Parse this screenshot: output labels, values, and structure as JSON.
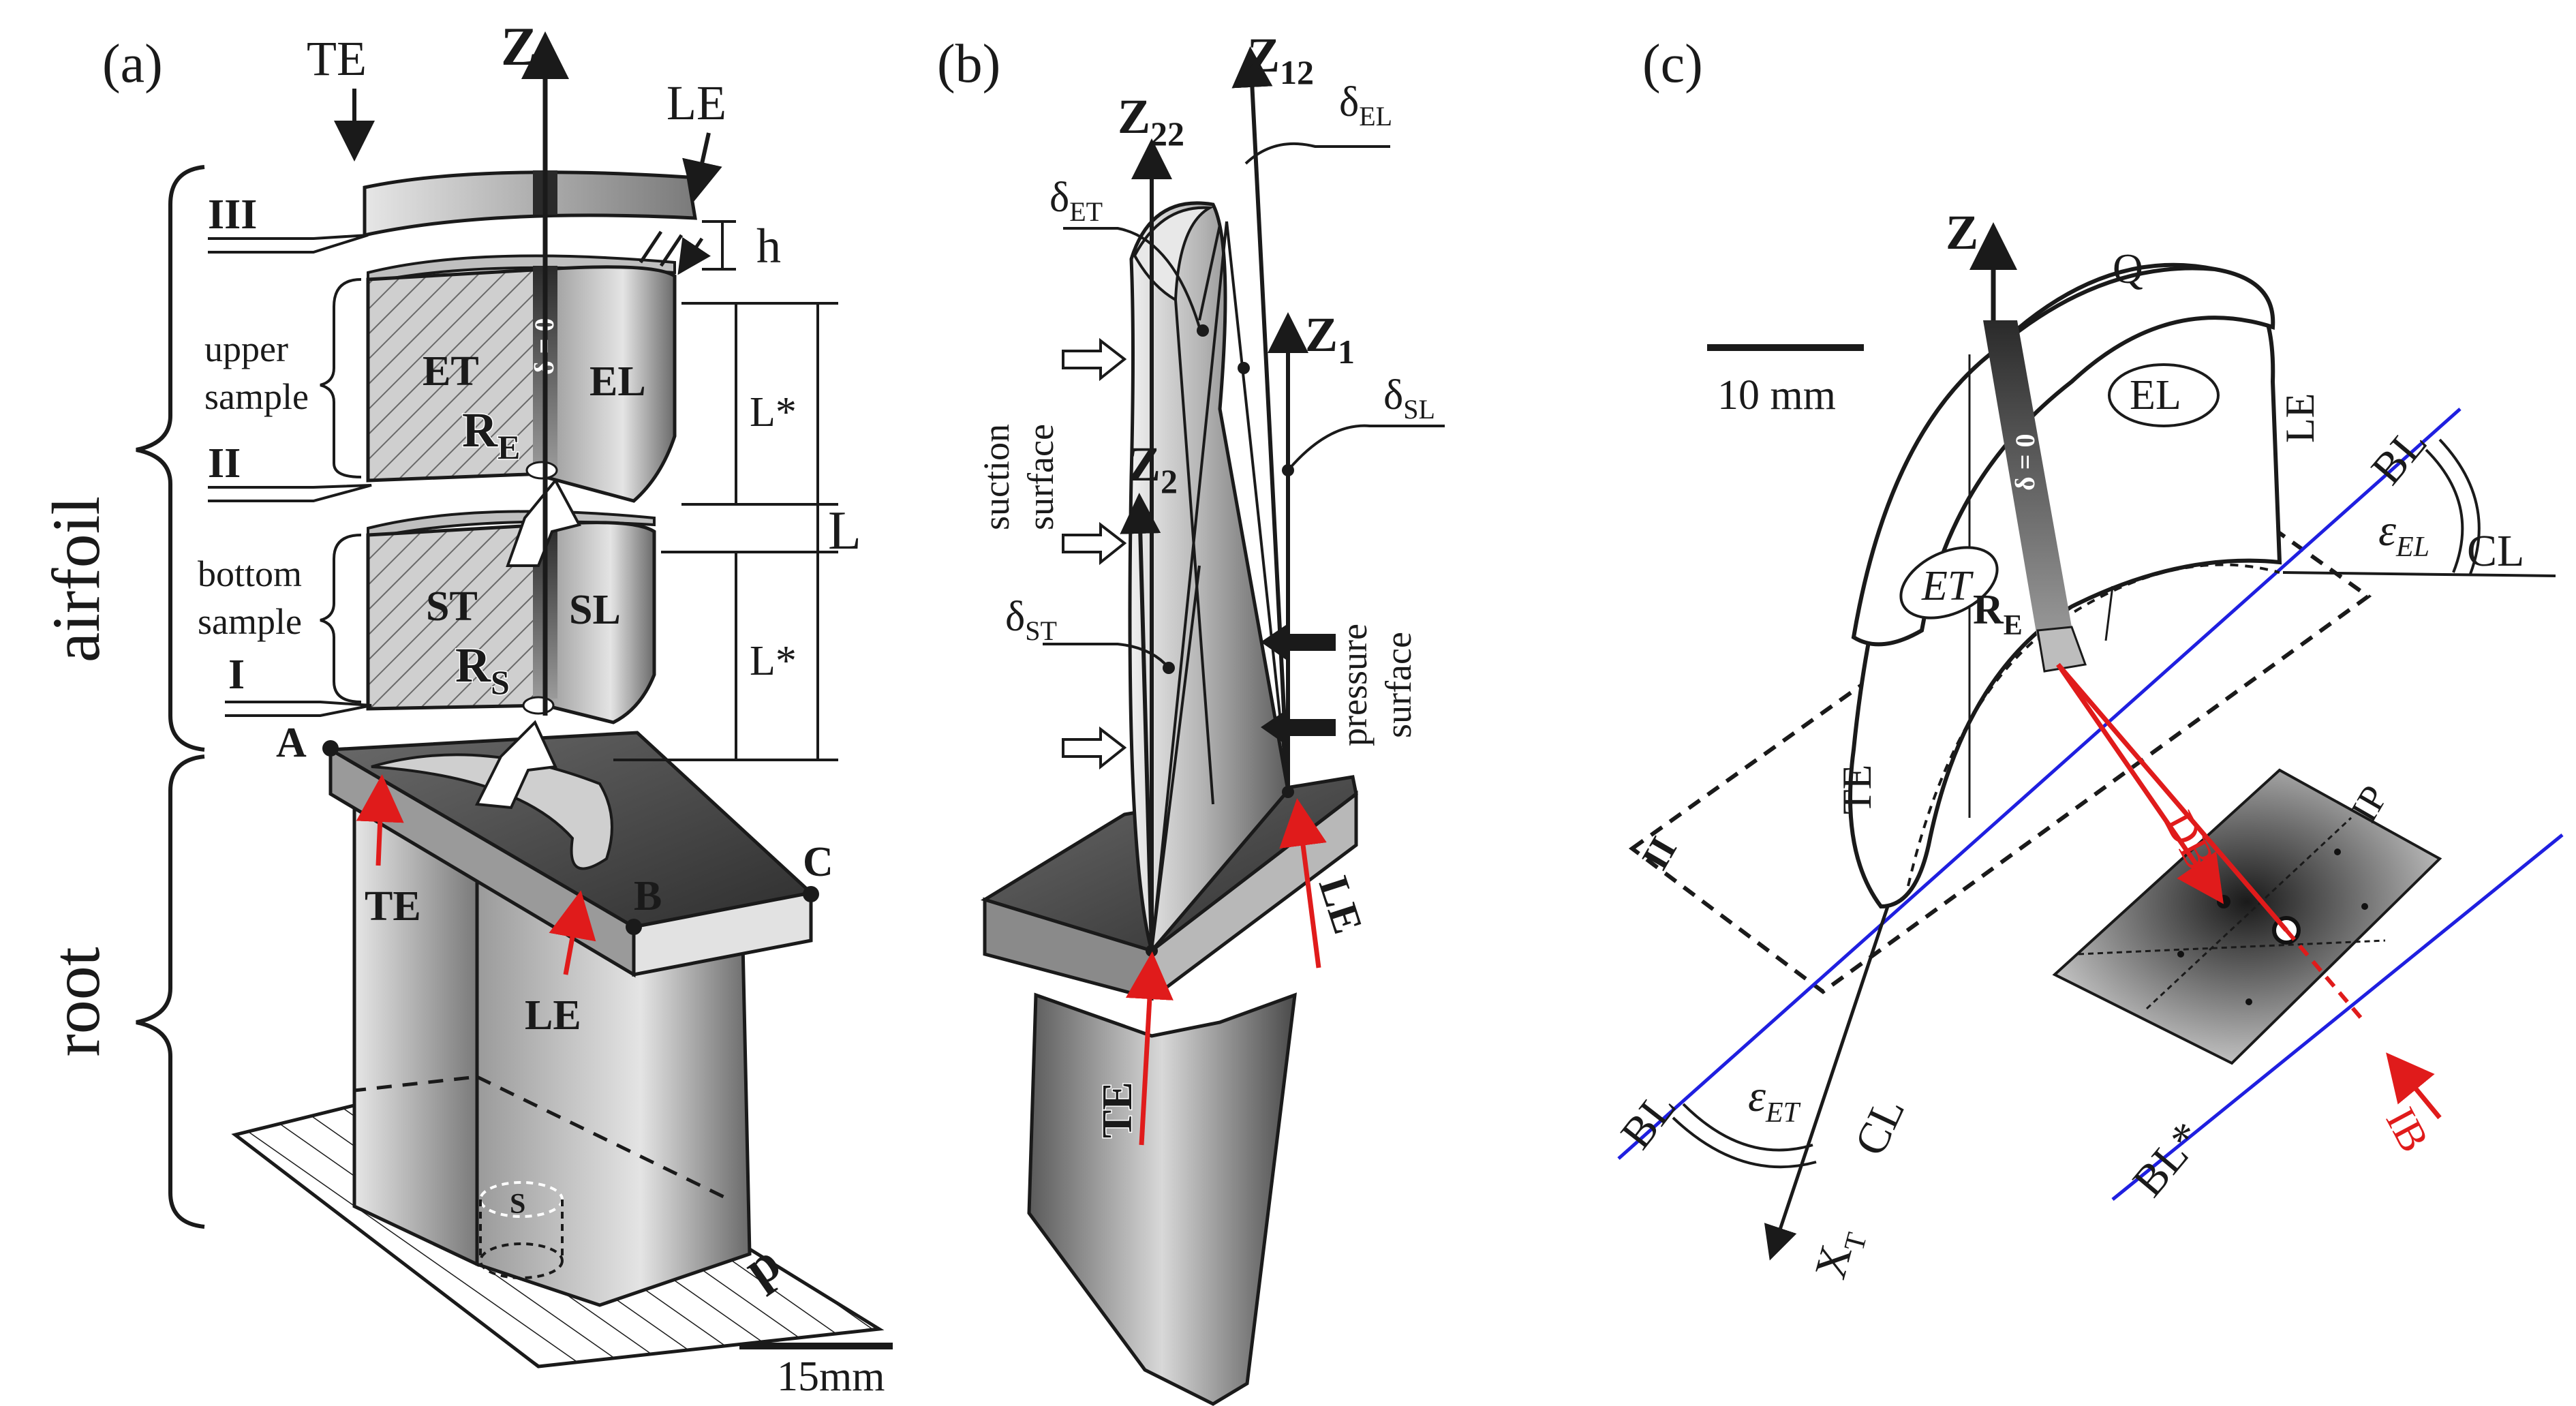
{
  "panels": {
    "a": {
      "label": "(a)",
      "arrows": {
        "te": "TE",
        "le": "LE",
        "z": "Z"
      },
      "groups": {
        "airfoil": "airfoil",
        "root": "root"
      },
      "sections": {
        "s3": "III",
        "s2": "II",
        "s1": "I"
      },
      "h": "h",
      "samples": {
        "upper": [
          "upper",
          "sample"
        ],
        "bottom": [
          "bottom",
          "sample"
        ]
      },
      "zones": {
        "et": "ET",
        "el": "EL",
        "st": "ST",
        "sl": "SL"
      },
      "delta": "δ = 0",
      "points": {
        "re": "R",
        "re_sub": "E",
        "rs": "R",
        "rs_sub": "S",
        "a": "A",
        "b": "B",
        "c": "C"
      },
      "dims": {
        "lstar_upper": "L*",
        "lstar_lower": "L*",
        "l": "L"
      },
      "root_labels": {
        "te": "TE",
        "le": "LE",
        "s": "S",
        "p": "p"
      },
      "scale": "15mm"
    },
    "b": {
      "label": "(b)",
      "axes": {
        "z22": "Z",
        "z22_sub": "22",
        "z12": "Z",
        "z12_sub": "12",
        "z1": "Z",
        "z1_sub": "1",
        "z2": "Z",
        "z2_sub": "2"
      },
      "deltas": {
        "el": "δ",
        "el_sub": "EL",
        "et": "δ",
        "et_sub": "ET",
        "sl": "δ",
        "sl_sub": "SL",
        "st": "δ",
        "st_sub": "ST"
      },
      "surfaces": {
        "suction": [
          "suction",
          "surface"
        ],
        "pressure": [
          "pressure",
          "surface"
        ]
      },
      "edges": {
        "te": "TE",
        "le": "LE"
      }
    },
    "c": {
      "label": "(c)",
      "z": "Z",
      "q": "Q",
      "scale": "10 mm",
      "zones": {
        "el": "EL",
        "et": "ET"
      },
      "le": "LE",
      "te": "TE",
      "delta": "δ = 0",
      "re": "R",
      "re_sub": "E",
      "plane": "II",
      "lines": {
        "bl_right": "BL",
        "bl_left": "BL",
        "bl_star": "BL*",
        "cl_right": "CL",
        "cl_left": "CL"
      },
      "eps": {
        "el": "ε",
        "el_sub": "EL",
        "et": "ε",
        "et_sub": "ET"
      },
      "xt": "X",
      "xt_sub": "T",
      "beams": {
        "db": "DB",
        "ib": "IB"
      },
      "ip": "IP"
    }
  },
  "colors": {
    "ink": "#1a1a1a",
    "beam": "#e01b1b",
    "line": "#1f1fe0",
    "metal_light": "#d9d9d9",
    "metal_dark": "#3a3a3a"
  }
}
